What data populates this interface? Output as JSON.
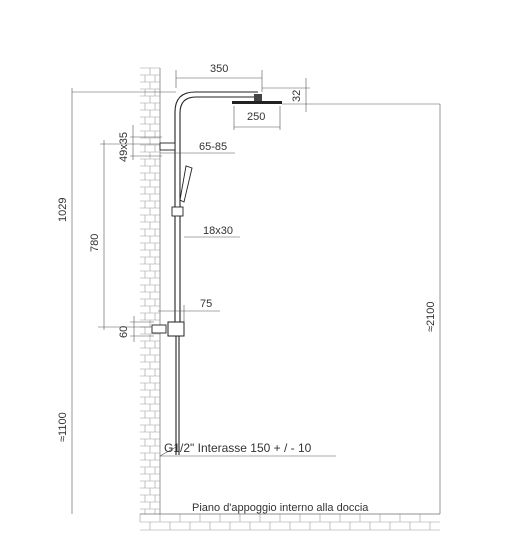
{
  "colors": {
    "line": "#555555",
    "pipe": "#222222",
    "brick": "#9a9a9a",
    "text": "#333333"
  },
  "dimensions": {
    "arm_length": "350",
    "head_thickness": "32",
    "head_size": "250",
    "wall_bracket": "49x35",
    "bracket_depth": "65-85",
    "total_height": "1029",
    "bar_length": "780",
    "rail_section": "18x30",
    "mixer_depth": "75",
    "mixer_height": "60",
    "floor_to_mixer": "≈1100",
    "floor_to_head": "≈2100"
  },
  "labels": {
    "connection": "G1/2\" Interasse 150 + / - 10",
    "floor": "Piano d'appoggio interno alla doccia"
  }
}
